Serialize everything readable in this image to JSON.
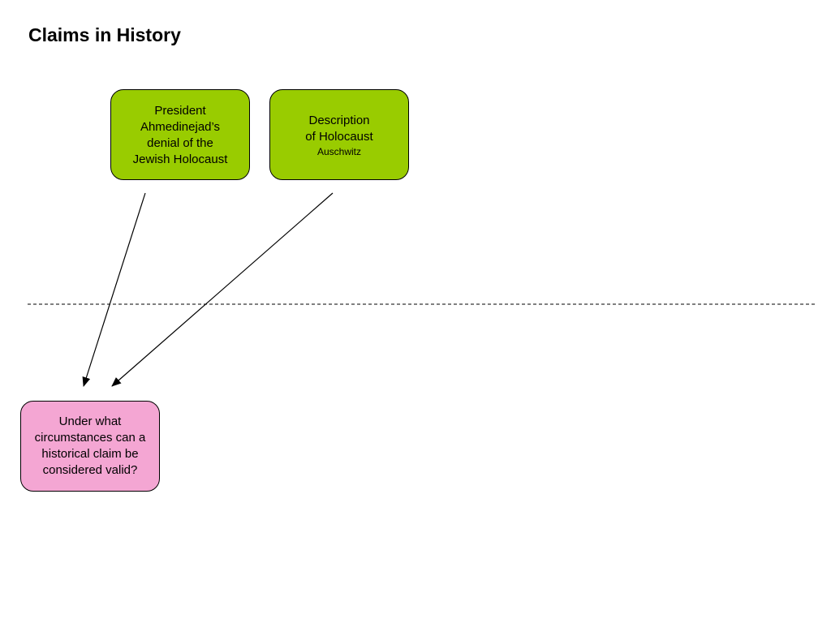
{
  "slide": {
    "title": "Claims in History"
  },
  "nodes": {
    "claim": {
      "lines": [
        "President",
        "Ahmedinejad’s",
        "denial of the",
        "Jewish Holocaust"
      ],
      "fill": "#99cc00"
    },
    "description": {
      "lines": [
        "Description",
        "of Holocaust"
      ],
      "sub": "Auschwitz",
      "fill": "#99cc00"
    },
    "question": {
      "lines": [
        "Under what",
        "circumstances can a",
        "historical claim be",
        "considered valid?"
      ],
      "fill": "#f4a6d3"
    }
  },
  "connectors": [
    {
      "from": "claim",
      "to": "question"
    },
    {
      "from": "description",
      "to": "question"
    }
  ],
  "divider": {
    "style": "dashed"
  }
}
